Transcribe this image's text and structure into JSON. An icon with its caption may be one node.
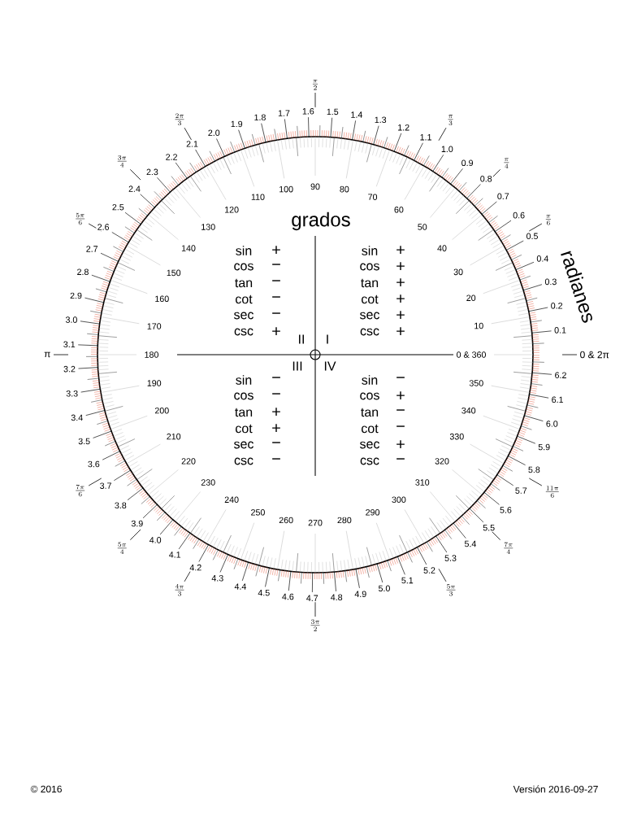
{
  "diagram": {
    "labels": [
      "grados",
      "radianes",
      "170",
      "160",
      "150",
      "140",
      "130",
      "120",
      "110",
      "100",
      "90",
      "80",
      "70",
      "60",
      "50",
      "40",
      "30",
      "20",
      "10",
      "180",
      "0 & 360",
      "190",
      "200",
      "210",
      "220",
      "230",
      "240",
      "250",
      "260",
      "270",
      "280",
      "290",
      "300",
      "310",
      "320",
      "330",
      "340",
      "350",
      "3.1",
      "3.0",
      "2.9",
      "2.8",
      "2.7",
      "2.6",
      "2.5",
      "2.4",
      "2.3",
      "2.2",
      "2.1",
      "2.0",
      "1.9",
      "1.8",
      "1.7",
      "1.6",
      "1.5",
      "1.4",
      "1.3",
      "1.2",
      "1.1",
      "1.0",
      "0.9",
      "0.8",
      "0.7",
      "0.6",
      "0.5",
      "0.4",
      "0.3",
      "0.2",
      "0.1",
      "3.2",
      "3.3",
      "3.4",
      "3.5",
      "3.6",
      "3.7",
      "3.8",
      "3.9",
      "4.0",
      "4.1",
      "4.2",
      "4.3",
      "4.4",
      "4.5",
      "4.6",
      "4.7",
      "4.8",
      "4.9",
      "5.0",
      "5.1",
      "5.2",
      "5.3",
      "5.4",
      "5.5",
      "5.6",
      "5.7",
      "5.8",
      "5.9",
      "6.0",
      "6.1",
      "6.2",
      "\\frac{\\pi}{2}",
      "\\frac{2\\pi}{3}",
      "\\frac{\\pi}{3}",
      "\\frac{3\\pi}{4}",
      "\\frac{\\pi}{4}",
      "\\frac{5\\pi}{6}",
      "\\frac{\\pi}{6}",
      "π",
      "0 & 2π",
      "\\frac{7\\pi}{6}",
      "\\frac{11\\pi}{6}",
      "\\frac{5\\pi}{4}",
      "\\frac{7\\pi}{4}",
      "\\frac{4\\pi}{3}",
      "\\frac{5\\pi}{3}",
      "\\frac{3\\pi}{2}",
      "II",
      "I",
      "III",
      "IV",
      "sin",
      "+",
      "sin",
      "+",
      "cos",
      "−",
      "cos",
      "+",
      "tan",
      "−",
      "tan",
      "+",
      "cot",
      "−",
      "cot",
      "+",
      "sec",
      "−",
      "sec",
      "+",
      "csc",
      "+",
      "csc",
      "+",
      "sin",
      "−",
      "sin",
      "−",
      "cos",
      "−",
      "cos",
      "+",
      "tan",
      "+",
      "tan",
      "−",
      "cot",
      "+",
      "cot",
      "−",
      "sec",
      "−",
      "sec",
      "+",
      "csc",
      "−",
      "csc",
      "−",
      "© 2016",
      "Versión 2016-09-27"
    ]
  }
}
